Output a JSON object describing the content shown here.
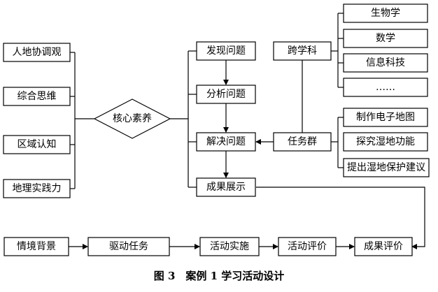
{
  "left_boxes": [
    "人地协调观",
    "综合思维",
    "区域认知",
    "地理实践力"
  ],
  "center": "核心素养",
  "process": [
    "发现问题",
    "分析问题",
    "解决问题",
    "成果展示"
  ],
  "hubs": {
    "top": "跨学科",
    "bottom": "任务群"
  },
  "disciplines": [
    "生物学",
    "数学",
    "信息科技",
    "……"
  ],
  "tasks": [
    "制作电子地图",
    "探究湿地功能",
    "提出湿地保护建议"
  ],
  "flow": [
    "情境背景",
    "驱动任务",
    "活动实施",
    "活动评价",
    "成果评价"
  ],
  "caption": "图 3　案例 1 学习活动设计"
}
